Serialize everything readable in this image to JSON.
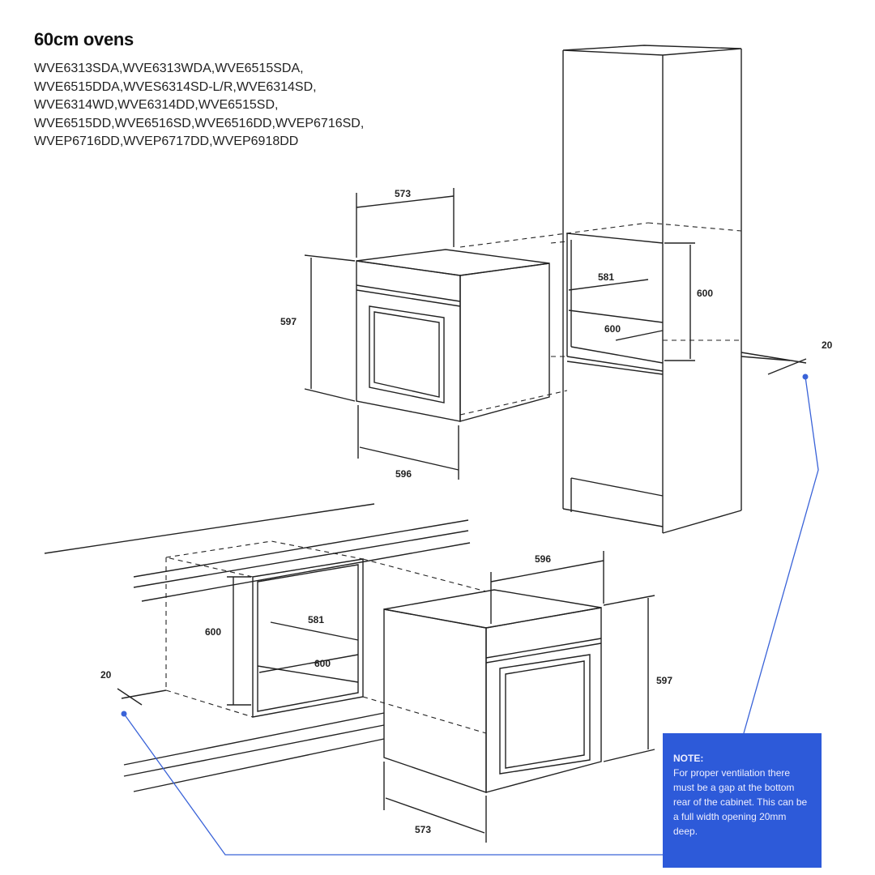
{
  "title": "60cm ovens",
  "models": [
    "WVE6313SDA,WVE6313WDA,WVE6515SDA,",
    "WVE6515DDA,WVES6314SD-L/R,WVE6314SD,",
    "WVE6314WD,WVE6314DD,WVE6515SD,",
    "WVE6515DD,WVE6516SD,WVE6516DD,WVEP6716SD,",
    "WVEP6716DD,WVEP6717DD,WVEP6918DD"
  ],
  "top_diagram": {
    "oven_depth": "573",
    "oven_height": "597",
    "oven_width": "596",
    "cavity_inner_width": "581",
    "cavity_width": "600",
    "cavity_height": "600",
    "vent_gap": "20"
  },
  "bottom_diagram": {
    "oven_width": "596",
    "oven_height": "597",
    "oven_depth": "573",
    "cavity_inner_width": "581",
    "cavity_width": "600",
    "cavity_height": "600",
    "vent_gap": "20"
  },
  "note": {
    "heading": "NOTE:",
    "body": "For proper ventilation there must be a gap at the bottom rear of the cabinet. This can be a full width opening 20mm deep."
  },
  "colors": {
    "note_bg": "#2d5ad9",
    "leader_line": "#3a63d8"
  }
}
